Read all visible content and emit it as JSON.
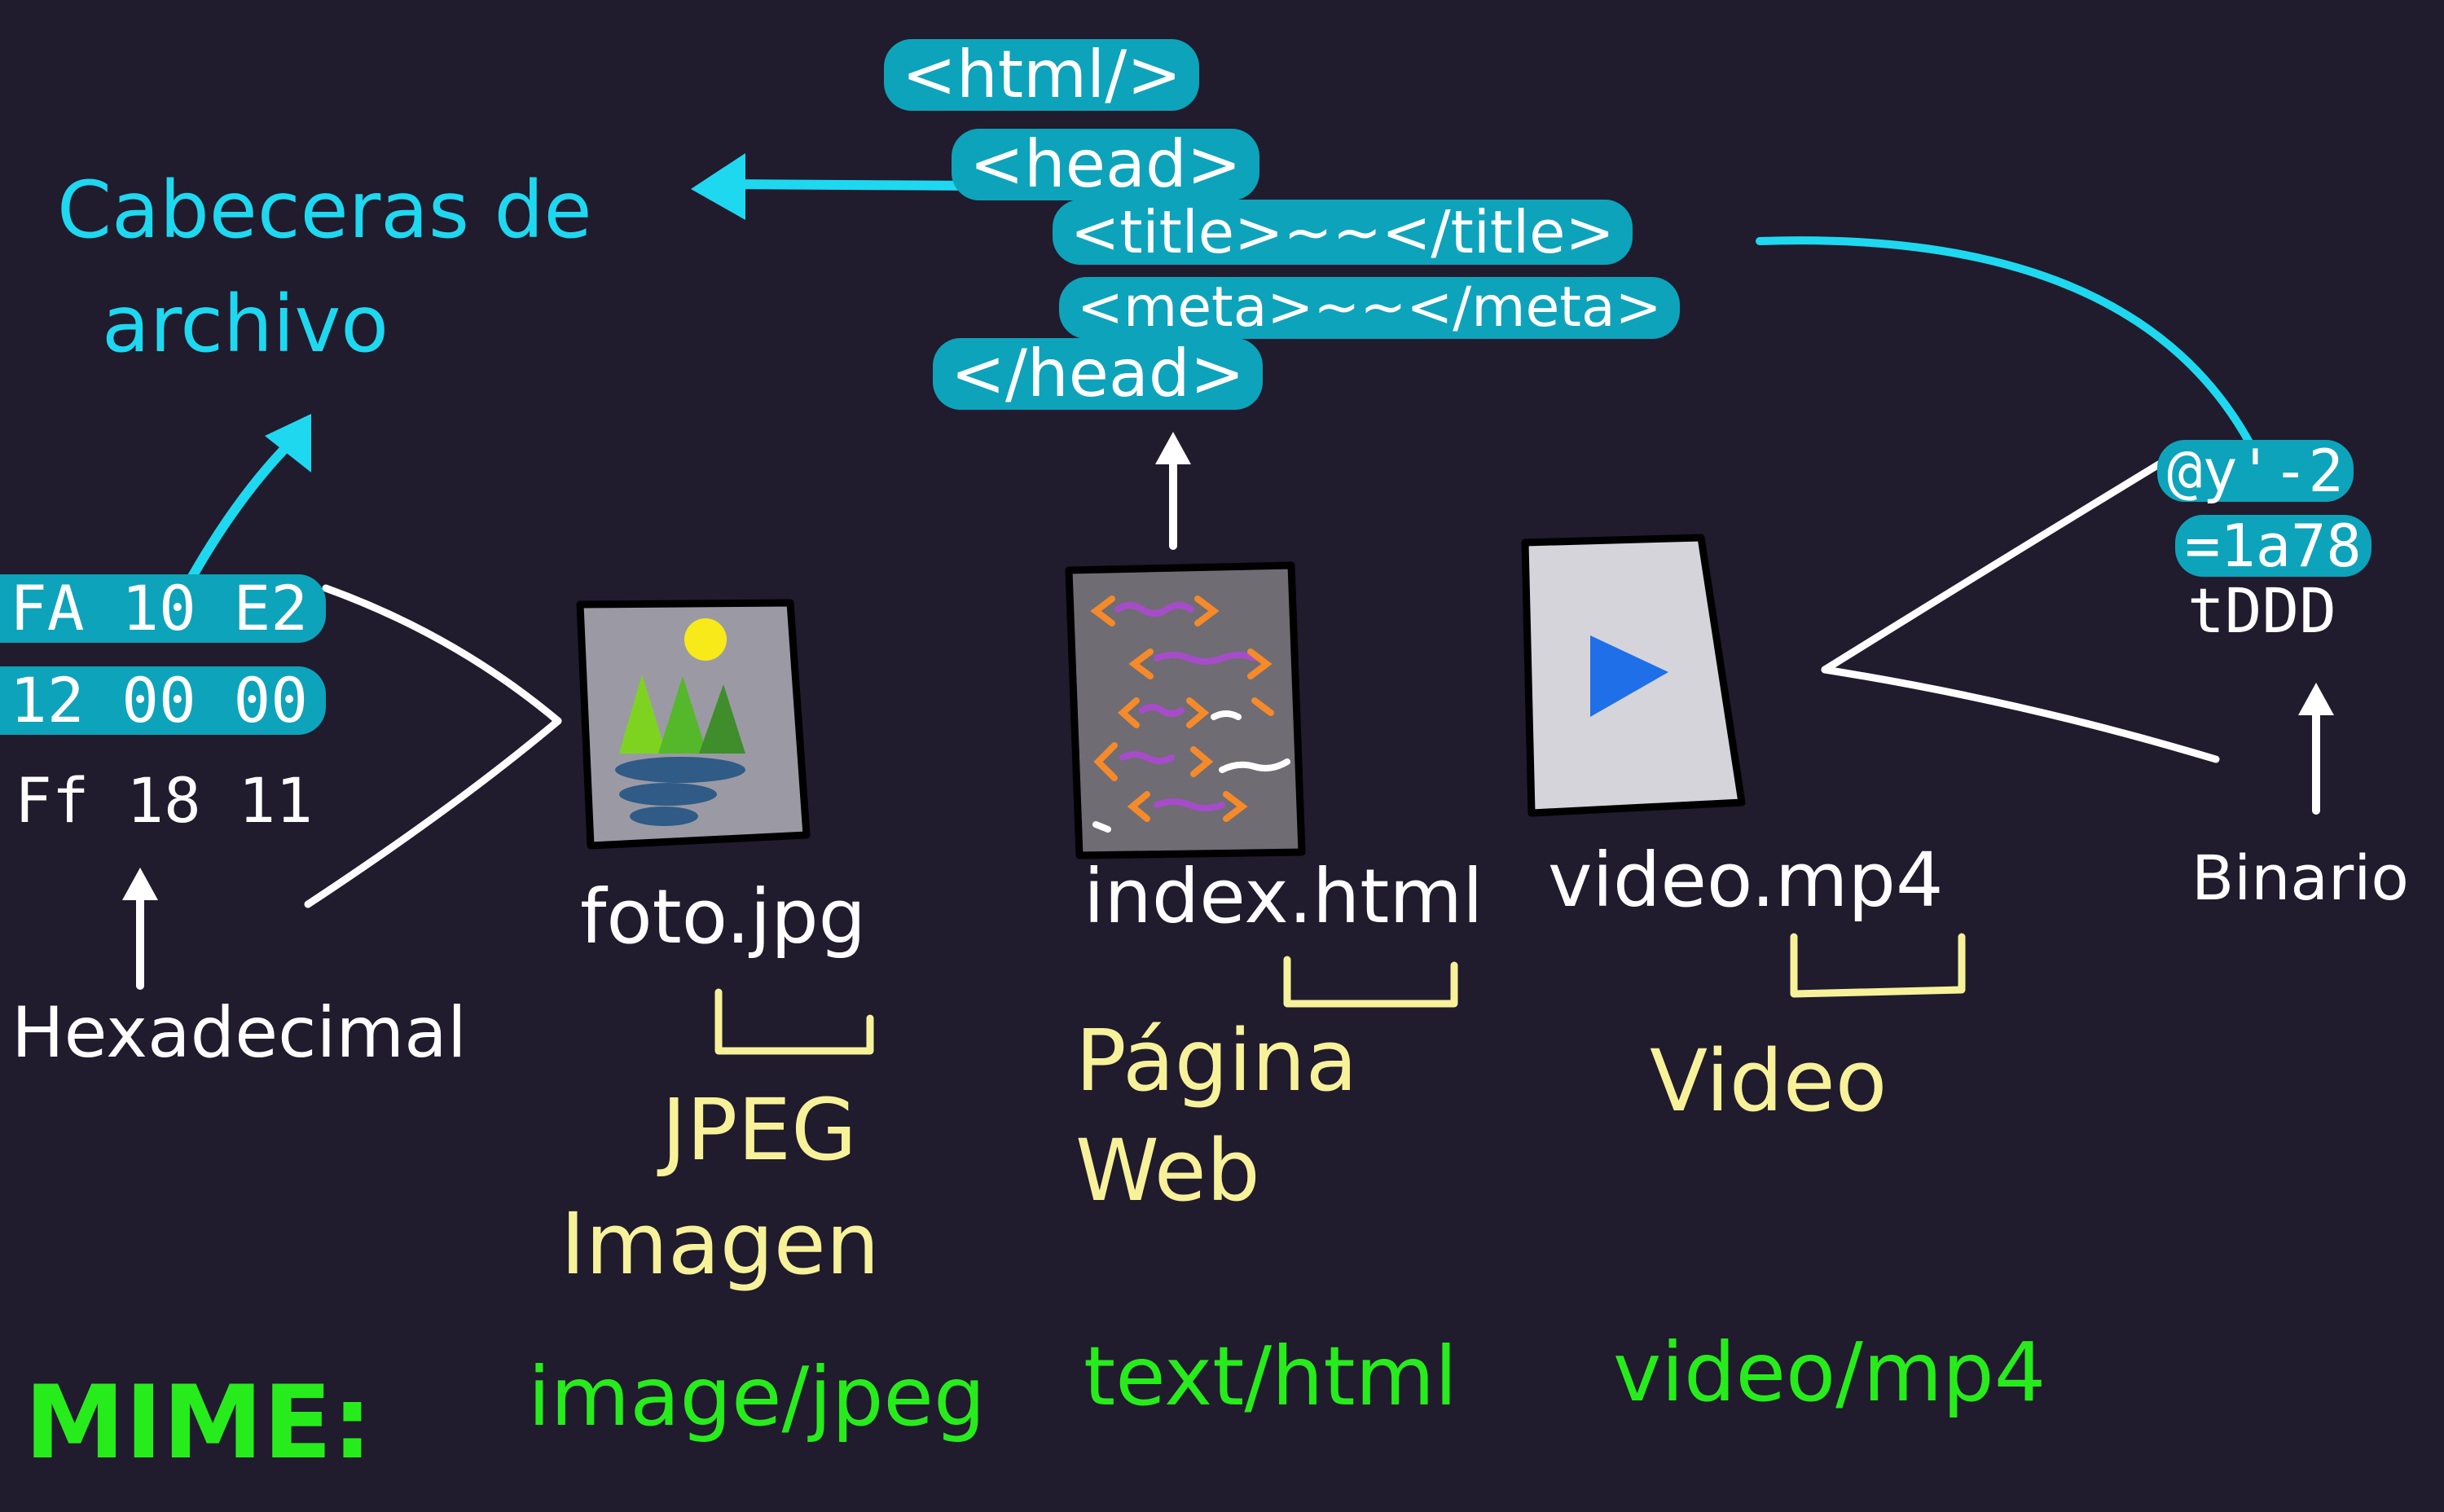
{
  "colors": {
    "background": "#201b2d",
    "highlight": "#0da3bb",
    "cyan": "#1ed8f0",
    "yellow": "#f7f29a",
    "green": "#27ec1c",
    "white": "#ffffff"
  },
  "headers_label": {
    "line1": "Cabeceras de",
    "line2": "archivo"
  },
  "html_code": {
    "line1": "<html/>",
    "line2": "<head>",
    "line3": "<title>~~</title>",
    "line4": "<meta>~~</meta>",
    "line5": "</head>"
  },
  "hex": {
    "line1": "FA 10 E2",
    "line2": "12 00 00",
    "line3": "Ff 18 11",
    "label": "Hexadecimal"
  },
  "binary": {
    "line1": "@y'-2",
    "line2": "=1a78",
    "line3": "tDDD",
    "label": "Binario"
  },
  "files": {
    "jpg": {
      "name": "foto.jpg",
      "icon": "image-file-icon",
      "type_line1": "JPEG",
      "type_line2": "Imagen",
      "mime": "image/jpeg"
    },
    "html": {
      "name": "index.html",
      "icon": "code-file-icon",
      "type_line1": "Página",
      "type_line2": "Web",
      "mime": "text/html"
    },
    "mp4": {
      "name": "video.mp4",
      "icon": "video-file-icon",
      "type_line1": "Video",
      "mime": "video/mp4"
    }
  },
  "mime_label": "MIME:"
}
